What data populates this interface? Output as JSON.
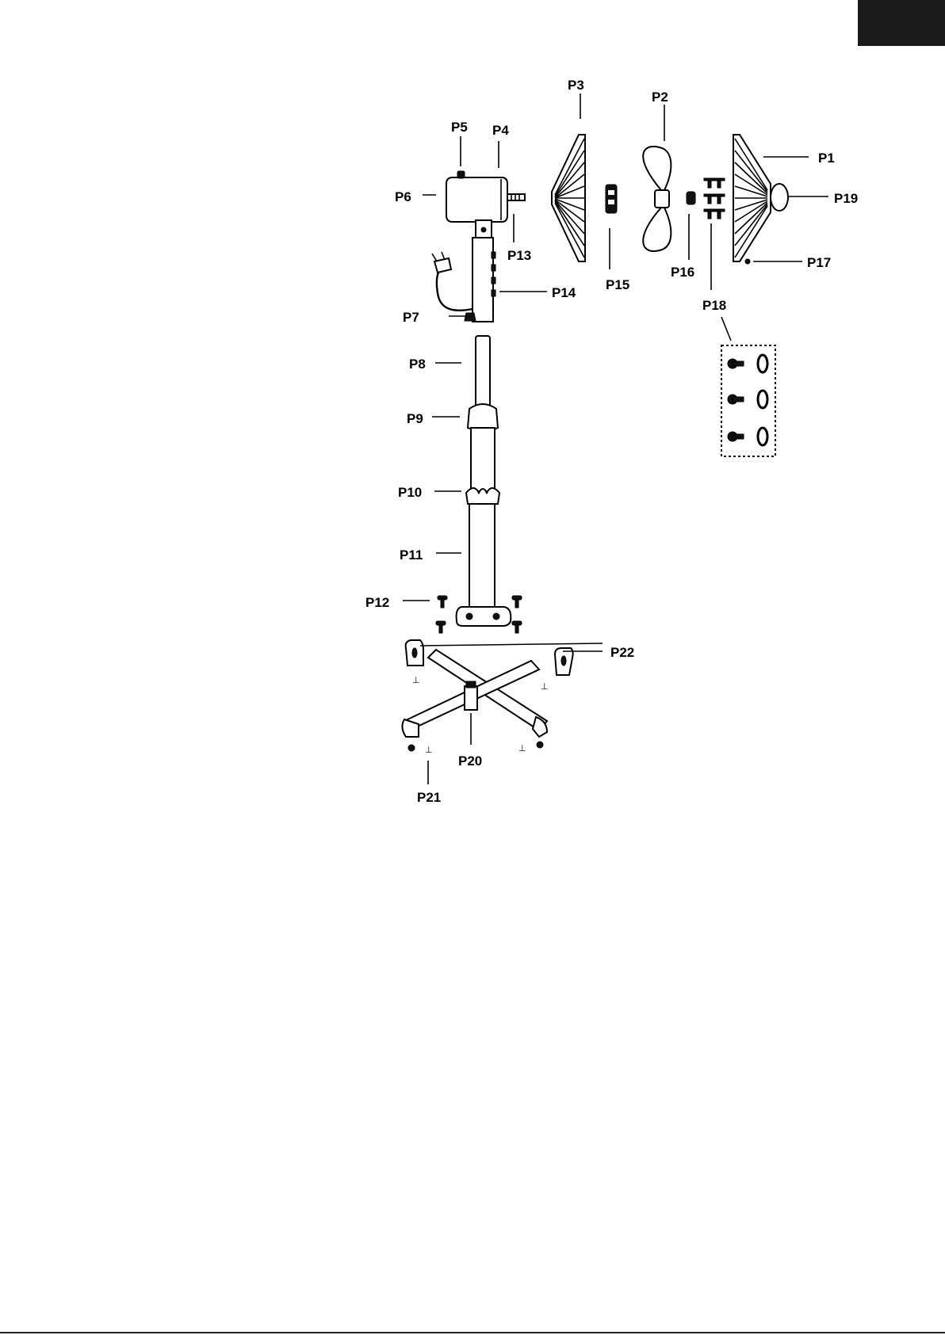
{
  "diagram": {
    "labels": [
      "P1",
      "P2",
      "P3",
      "P4",
      "P5",
      "P6",
      "P7",
      "P8",
      "P9",
      "P10",
      "P11",
      "P12",
      "P13",
      "P14",
      "P15",
      "P16",
      "P17",
      "P18",
      "P19",
      "P20",
      "P21",
      "P22"
    ]
  },
  "colors": {
    "ink": "#000000",
    "tab": "#1a1a1a",
    "background": "#ffffff"
  }
}
